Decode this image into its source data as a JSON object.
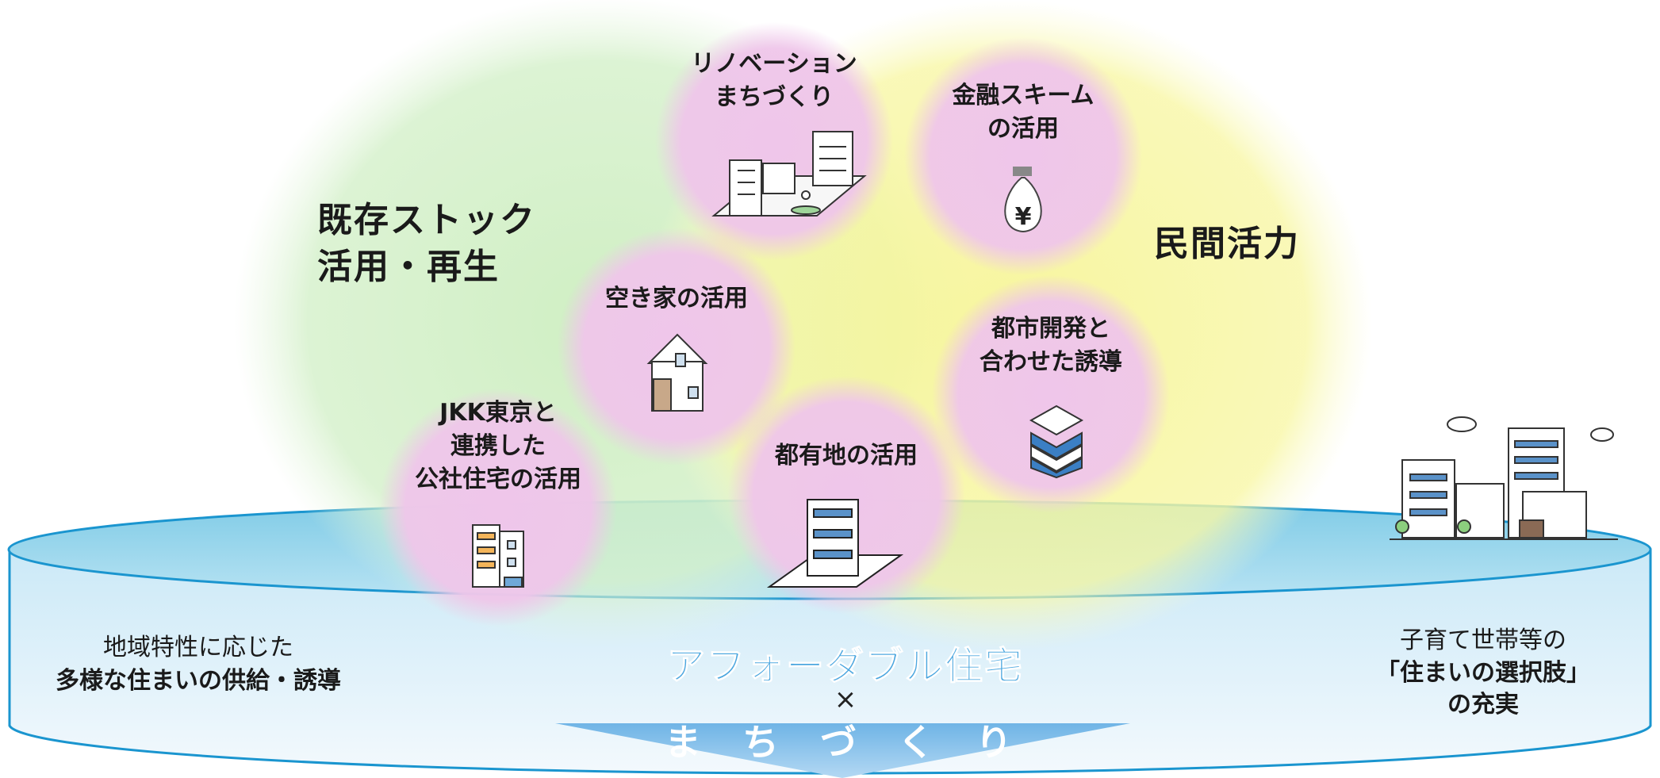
{
  "regions": {
    "left_label": [
      "既存ストック",
      "活用・再生"
    ],
    "right_label": "民間活力"
  },
  "circles": [
    {
      "id": "renovation",
      "lines": [
        "リノベーション",
        "まちづくり"
      ],
      "icon": "town-buildings-icon"
    },
    {
      "id": "finance",
      "lines": [
        "金融スキーム",
        "の活用"
      ],
      "icon": "yen-money-bag-icon"
    },
    {
      "id": "vacant-house",
      "lines": [
        "空き家の活用"
      ],
      "icon": "house-icon"
    },
    {
      "id": "urban-dev",
      "lines": [
        "都市開発と",
        "合わせた誘導"
      ],
      "icon": "stacked-building-icon"
    },
    {
      "id": "jkk",
      "lines": [
        "JKK東京と",
        "連携した",
        "公社住宅の活用"
      ],
      "icon": "apartment-icon"
    },
    {
      "id": "metro-land",
      "lines": [
        "都有地の活用"
      ],
      "icon": "building-on-lot-icon"
    }
  ],
  "base": {
    "left_line1": "地域特性に応じた",
    "left_line2": "多様な住まいの供給・誘導",
    "right_line1": "子育て世帯等の",
    "right_line2": "「住まいの選択肢」",
    "right_line3": "の充実",
    "center_line1": "アフォーダブル住宅",
    "center_times": "×",
    "center_line2": "ま ち づ く り"
  },
  "colors": {
    "green": "#cfeec6",
    "yellow": "#f7f59a",
    "pink": "#f0c8ea",
    "disk_top": "#8fd2ea",
    "disk_side": "#eaf5fc",
    "disk_edge": "#1a95cf",
    "hero_text": "#4aa6df",
    "arrow": "#8ec3ea"
  }
}
